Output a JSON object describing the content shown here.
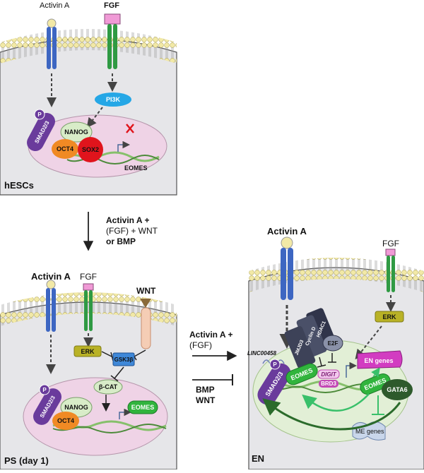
{
  "panels": {
    "hesc": {
      "title": "hESCs",
      "receptor_left": "Activin A",
      "receptor_right": "FGF",
      "pi3k": "PI3K",
      "smad": "SMAD2/3",
      "p": "P",
      "nanog": "NANOG",
      "oct4": "OCT4",
      "sox2": "SOX2",
      "eomes": "EOMES",
      "block_mark": "X"
    },
    "ps": {
      "title": "PS (day 1)",
      "receptor_left": "Activin A",
      "receptor_mid": "FGF",
      "receptor_right": "WNT",
      "erk": "ERK",
      "gsk3b": "GSK3β",
      "bcat": "β-CAT",
      "smad": "SMAD2/3",
      "p": "P",
      "nanog": "NANOG",
      "oct4": "OCT4",
      "eomes": "EOMES"
    },
    "en": {
      "title": "EN",
      "receptor_left": "Activin A",
      "receptor_right": "FGF",
      "erk": "ERK",
      "hdac1": "HDAC1",
      "cyclind": "Cyclin D",
      "e2f": "E2F",
      "jmjd3": "JMJD3",
      "linc": "LINC00458",
      "smad": "SMAD2/3",
      "p": "P",
      "eomes_left": "EOMES",
      "eomes_right": "EOMES",
      "digit": "DIGIT",
      "brd3": "BRD3",
      "en_genes": "EN genes",
      "gata6": "GATA6",
      "me_genes": "ME genes"
    }
  },
  "transitions": {
    "to_ps_line1": "Activin A +",
    "to_ps_line2": "(FGF) + WNT",
    "to_ps_line3": "or BMP",
    "to_en_line1": "Activin A +",
    "to_en_line2": "(FGF)",
    "inhibit_line1": "BMP",
    "inhibit_line2": "WNT"
  },
  "colors": {
    "cell_bg": "#e6e6e9",
    "nucleus": "#efd3e6",
    "nucleus_en": "#e2efd6",
    "membrane_head": "#f2e9a6",
    "smad": "#6a3b9c",
    "nanog": "#d8ecc8",
    "oct4": "#f08a24",
    "sox2": "#e0141c",
    "pi3k": "#25a7e6",
    "erk": "#b9b226",
    "gsk3b": "#3f88d8",
    "eomes": "#31b43d",
    "en_genes": "#d23cc1",
    "gata6": "#2e5a2c",
    "receptor_blue": "#3d66c2",
    "receptor_green": "#2f9a43",
    "fgf_ligand": "#f09ad6"
  }
}
